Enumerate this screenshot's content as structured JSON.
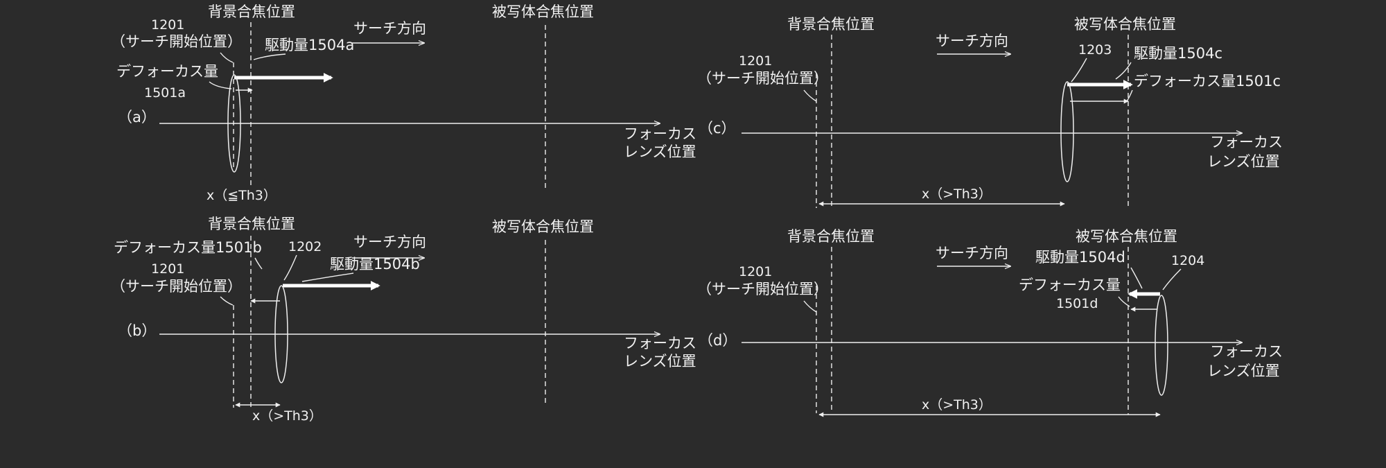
{
  "common": {
    "bg_focus": "背景合焦位置",
    "subj_focus": "被写体合焦位置",
    "search_dir": "サーチ方向",
    "start_num": "1201",
    "start_label": "（サーチ開始位置）",
    "axis_line1": "フォーカス",
    "axis_line1_cut": "フォーカス",
    "axis_line2": "レンズ位置",
    "axis_line2_cut": "レンズ位置"
  },
  "panels": [
    {
      "tag": "（a）",
      "defocus_line1": "デフォーカス量",
      "defocus_line2": "1501a",
      "drive": "駆動量1504a",
      "x_label": "x（≦Th3）"
    },
    {
      "tag": "（b）",
      "defocus_line1": "デフォーカス量1501b",
      "lens_num": "1202",
      "drive": "駆動量1504b",
      "x_label": "x（>Th3）"
    },
    {
      "tag": "（c）",
      "lens_num": "1203",
      "drive": "駆動量1504c",
      "defocus_line1": "デフォーカス量1501c",
      "x_label": "x（>Th3）"
    },
    {
      "tag": "（d）",
      "lens_num": "1204",
      "drive": "駆動量1504d",
      "defocus_line1": "デフォーカス量",
      "defocus_line2": "1501d",
      "x_label": "x（>Th3）"
    }
  ]
}
